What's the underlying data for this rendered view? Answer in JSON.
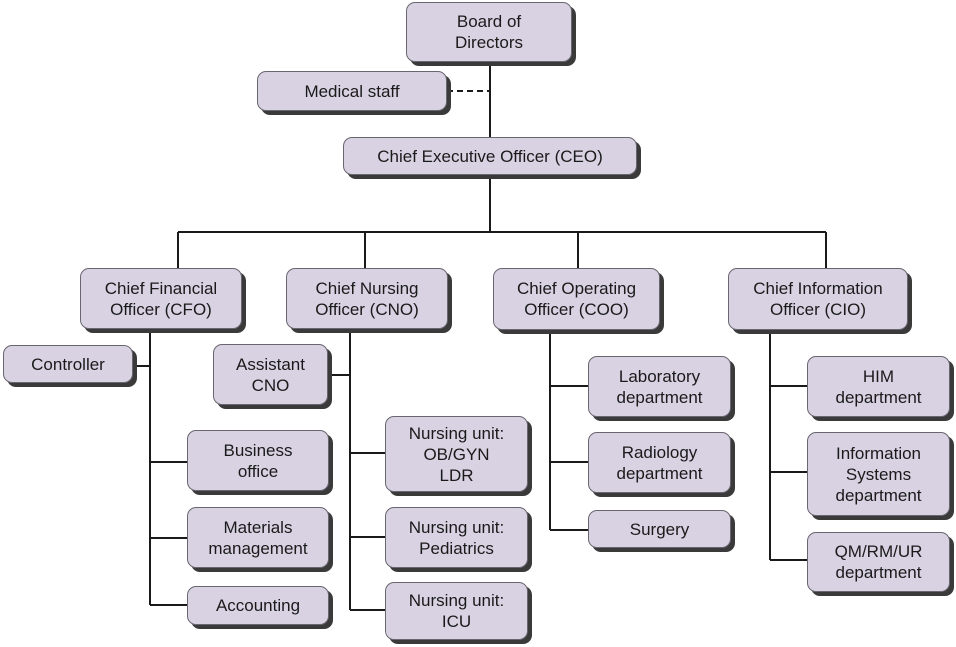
{
  "nodes": {
    "board": "Board of\nDirectors",
    "medical_staff": "Medical staff",
    "ceo": "Chief Executive Officer (CEO)",
    "cfo": "Chief Financial\nOfficer (CFO)",
    "cno": "Chief Nursing\nOfficer (CNO)",
    "coo": "Chief Operating\nOfficer (COO)",
    "cio": "Chief Information\nOfficer (CIO)",
    "controller": "Controller",
    "business_office": "Business\noffice",
    "materials_management": "Materials\nmanagement",
    "accounting": "Accounting",
    "assistant_cno": "Assistant\nCNO",
    "nursing_obgyn": "Nursing unit:\nOB/GYN\nLDR",
    "nursing_pediatrics": "Nursing unit:\nPediatrics",
    "nursing_icu": "Nursing unit:\nICU",
    "laboratory": "Laboratory\ndepartment",
    "radiology": "Radiology\ndepartment",
    "surgery": "Surgery",
    "him": "HIM\ndepartment",
    "information_systems": "Information\nSystems\ndepartment",
    "qm_rm_ur": "QM/RM/UR\ndepartment"
  },
  "colors": {
    "box_fill": "#d8d2e3",
    "box_border": "#6a6670",
    "line": "#1a1a1a"
  }
}
